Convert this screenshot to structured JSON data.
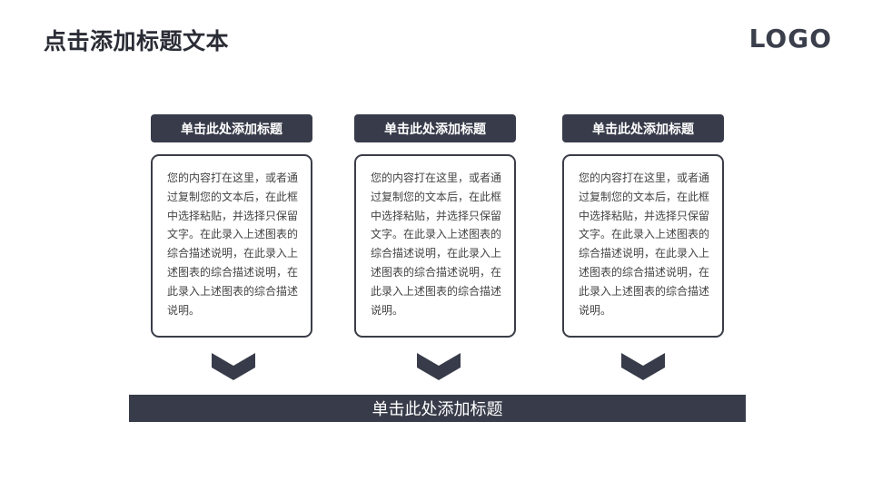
{
  "header": {
    "title": "点击添加标题文本",
    "logo": "LOGO"
  },
  "columns": [
    {
      "title": "单击此处添加标题",
      "body": "您的内容打在这里，或者通过复制您的文本后，在此框中选择粘贴，并选择只保留文字。在此录入上述图表的综合描述说明，在此录入上述图表的综合描述说明，在此录入上述图表的综合描述说明。"
    },
    {
      "title": "单击此处添加标题",
      "body": "您的内容打在这里，或者通过复制您的文本后，在此框中选择粘贴，并选择只保留文字。在此录入上述图表的综合描述说明，在此录入上述图表的综合描述说明，在此录入上述图表的综合描述说明。"
    },
    {
      "title": "单击此处添加标题",
      "body": "您的内容打在这里，或者通过复制您的文本后，在此框中选择粘贴，并选择只保留文字。在此录入上述图表的综合描述说明，在此录入上述图表的综合描述说明，在此录入上述图表的综合描述说明。"
    }
  ],
  "footer": {
    "title": "单击此处添加标题"
  },
  "colors": {
    "dark": "#383c4a",
    "text": "#444444"
  },
  "icons": {
    "arrow": "chevron-down-icon"
  }
}
